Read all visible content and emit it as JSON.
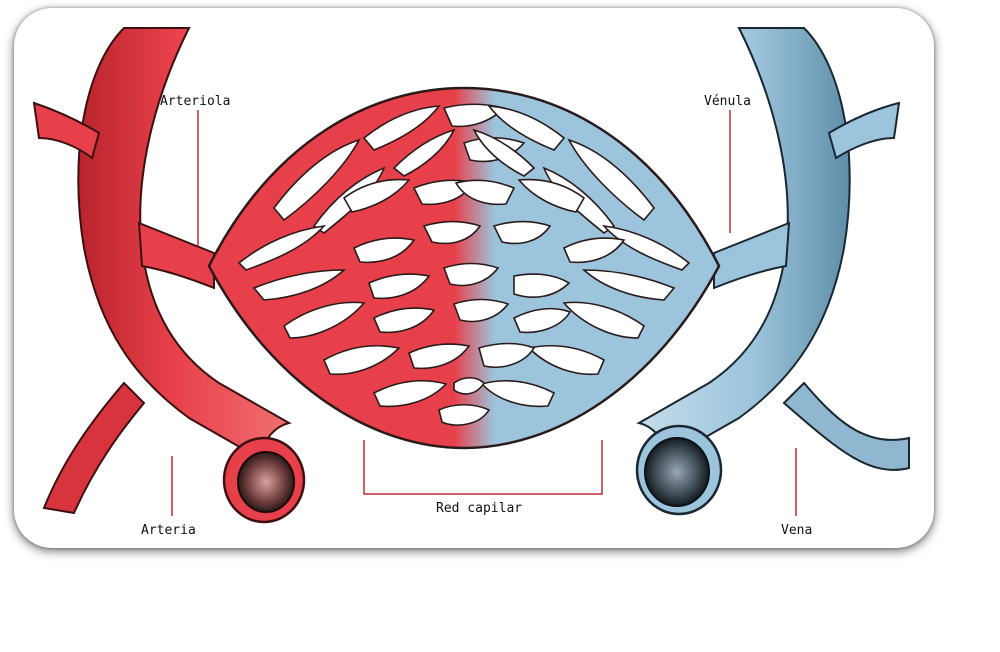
{
  "labels": {
    "arteriola": "Arteriola",
    "venula": "Vénula",
    "red_capilar": "Red capilar",
    "arteria": "Arteria",
    "vena": "Vena"
  },
  "colors": {
    "arterial_red": "#e8404a",
    "arterial_dark": "#b8242c",
    "venous_blue": "#9cc4dc",
    "venous_dark": "#5f8ea8",
    "frame_background": "#ffffff",
    "leader_line_red": "#c0282e"
  }
}
